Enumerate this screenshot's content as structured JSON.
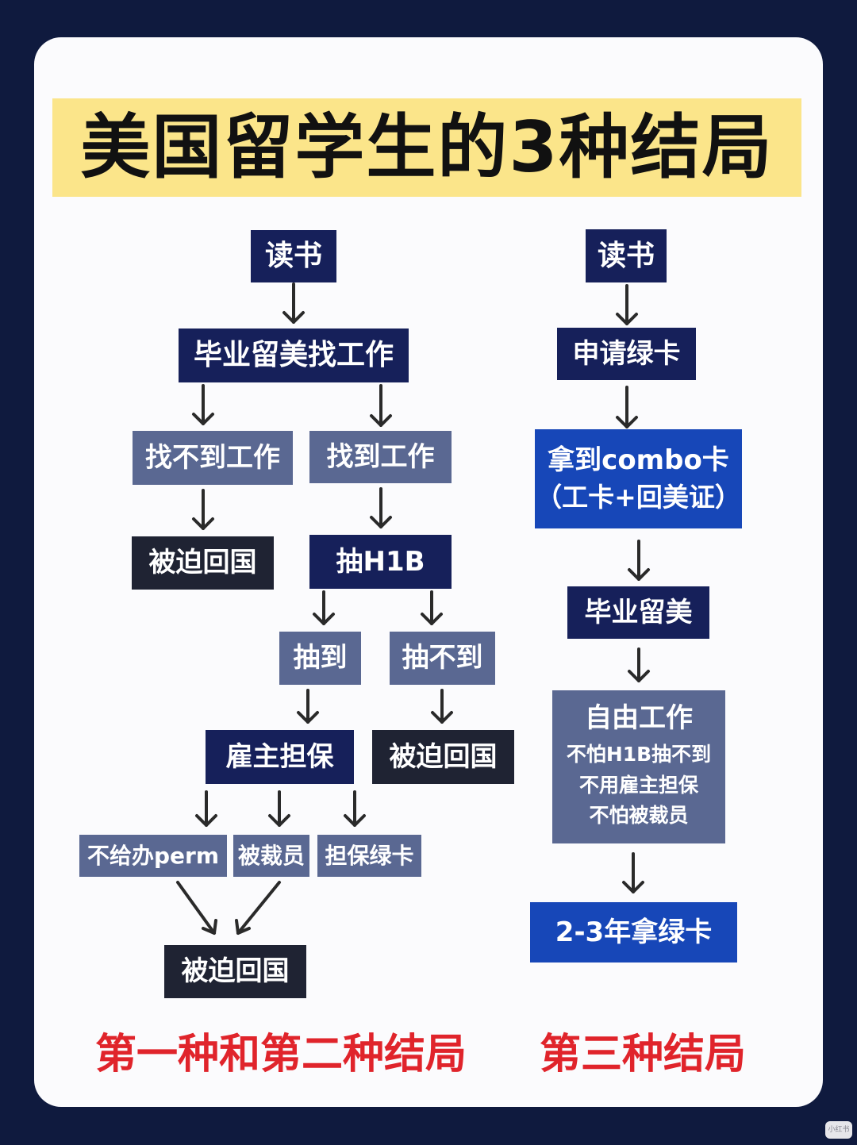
{
  "title": "美国留学生的3种结局",
  "left": {
    "study": "读书",
    "find_job": "毕业留美找工作",
    "no_job": "找不到工作",
    "got_job": "找到工作",
    "go_home_1": "被迫回国",
    "lottery": "抽H1B",
    "won": "抽到",
    "lost": "抽不到",
    "sponsor": "雇主担保",
    "go_home_2": "被迫回国",
    "no_perm": "不给办perm",
    "laid_off": "被裁员",
    "greencard_sponsor": "担保绿卡",
    "go_home_3": "被迫回国"
  },
  "right": {
    "study": "读书",
    "apply": "申请绿卡",
    "combo_line1": "拿到combo卡",
    "combo_line2": "（工卡+回美证）",
    "stay": "毕业留美",
    "free_title": "自由工作",
    "free_line1": "不怕H1B抽不到",
    "free_line2": "不用雇主担保",
    "free_line3": "不怕被裁员",
    "result": "2-3年拿绿卡"
  },
  "captions": {
    "left": "第一种和第二种结局",
    "right": "第三种结局"
  },
  "watermark": "小红书",
  "colors": {
    "navy": "#16205a",
    "slate": "#5a6892",
    "dark": "#1f2333",
    "blue": "#1747b8",
    "title_bg": "#fbe58a",
    "caption_red": "#e0242b",
    "page_bg": "#0f1a3e"
  }
}
